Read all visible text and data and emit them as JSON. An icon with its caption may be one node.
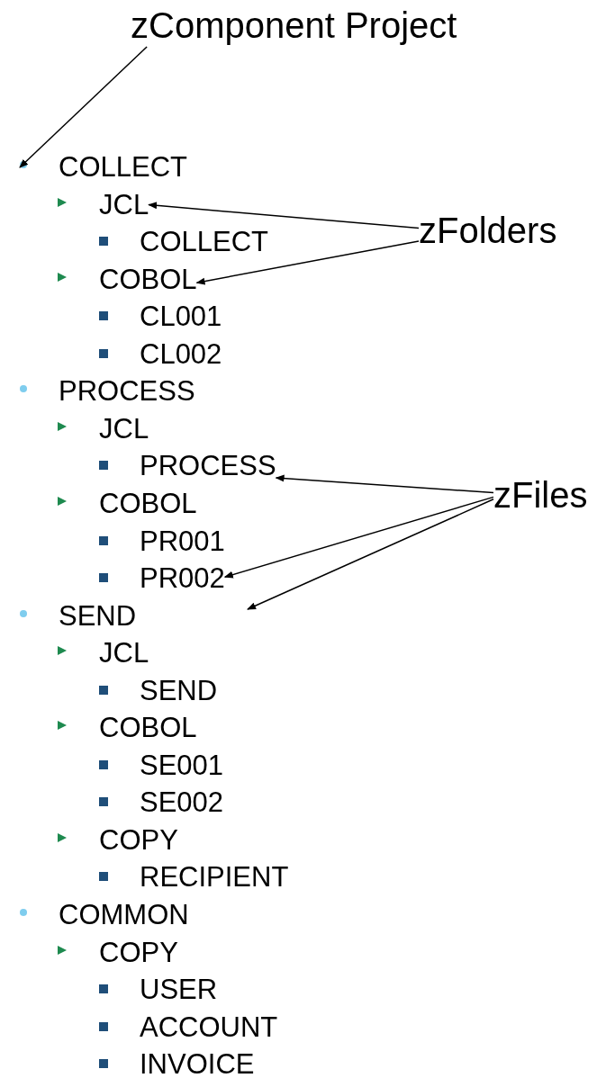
{
  "diagram": {
    "nodes": [
      {
        "text": [
          "zComponent Project"
        ]
      },
      {
        "text": [
          "zFolders"
        ]
      },
      {
        "text": [
          "zFiles"
        ]
      },
      {
        "text": [
          "COLLECT"
        ]
      },
      {
        "text": [
          "JCL"
        ]
      },
      {
        "text": [
          "COLLECT"
        ]
      },
      {
        "text": [
          "COBOL"
        ]
      },
      {
        "text": [
          "CL001"
        ]
      },
      {
        "text": [
          "CL002"
        ]
      },
      {
        "text": [
          "PROCESS"
        ]
      },
      {
        "text": [
          "JCL"
        ]
      },
      {
        "text": [
          "PROCESS"
        ]
      },
      {
        "text": [
          "COBOL"
        ]
      },
      {
        "text": [
          "PR001"
        ]
      },
      {
        "text": [
          "PR002"
        ]
      },
      {
        "text": [
          "SEND"
        ]
      },
      {
        "text": [
          "JCL"
        ]
      },
      {
        "text": [
          "SEND"
        ]
      },
      {
        "text": [
          "COBOL"
        ]
      },
      {
        "text": [
          "SE001"
        ]
      },
      {
        "text": [
          "SE002"
        ]
      },
      {
        "text": [
          "COPY"
        ]
      },
      {
        "text": [
          "RECIPIENT"
        ]
      },
      {
        "text": [
          "COMMON"
        ]
      },
      {
        "text": [
          "COPY"
        ]
      },
      {
        "text": [
          "USER"
        ]
      },
      {
        "text": [
          "ACCOUNT"
        ]
      },
      {
        "text": [
          "INVOICE"
        ]
      }
    ],
    "edges": [
      {
        "from": 0,
        "to": 3,
        "arrow": "to"
      },
      {
        "from": 1,
        "to": 4,
        "arrow": "to"
      },
      {
        "from": 1,
        "to": 6,
        "arrow": "to"
      },
      {
        "from": 2,
        "to": 11,
        "arrow": "to"
      },
      {
        "from": 2,
        "to": 14,
        "arrow": "to"
      },
      {
        "from": 2,
        "to": null,
        "arrow": "to"
      }
    ]
  }
}
